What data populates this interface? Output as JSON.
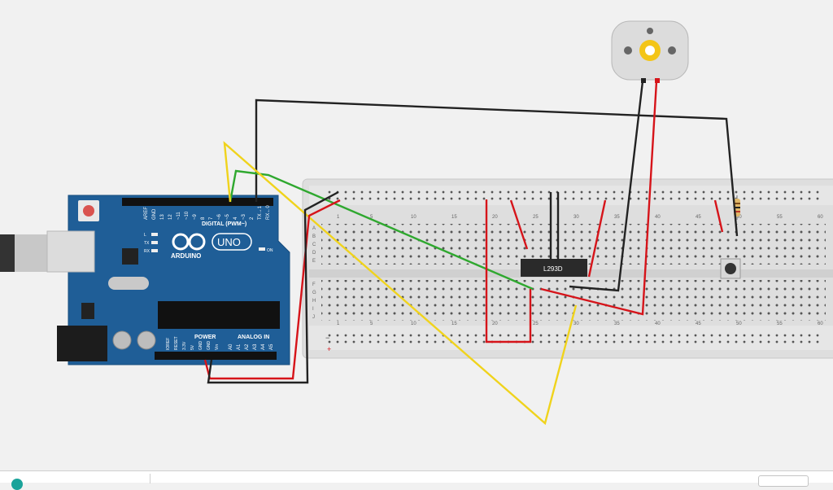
{
  "arduino": {
    "brand": "ARDUINO",
    "model": "UNO",
    "digital_header": "DIGITAL (PWM~)",
    "power_header": "POWER",
    "analog_header": "ANALOG IN",
    "digital_pins": [
      "AREF",
      "GND",
      "13",
      "12",
      "~11",
      "~10",
      "~9",
      "8",
      "7",
      "~6",
      "~5",
      "4",
      "~3",
      "2",
      "TX→1",
      "RX←0"
    ],
    "power_pins": [
      "IOREF",
      "RESET",
      "3.3V",
      "5V",
      "GND",
      "GND",
      "Vin"
    ],
    "analog_pins": [
      "A0",
      "A1",
      "A2",
      "A3",
      "A4",
      "A5"
    ],
    "leds": [
      "L",
      "TX",
      "RX"
    ],
    "on_label": "ON"
  },
  "breadboard": {
    "column_numbers": [
      "1",
      "5",
      "10",
      "15",
      "20",
      "25",
      "30",
      "35",
      "40",
      "45",
      "50",
      "55",
      "60"
    ],
    "row_letters_top": [
      "A",
      "B",
      "C",
      "D",
      "E"
    ],
    "row_letters_bottom": [
      "F",
      "G",
      "H",
      "I",
      "J"
    ],
    "rail_minus": "−",
    "rail_plus": "+"
  },
  "chip": {
    "label": "L293D"
  },
  "colors": {
    "wire_black": "#222222",
    "wire_red": "#d6141a",
    "wire_green": "#2fa82f",
    "wire_yellow": "#f0d31c",
    "board_blue": "#1f5e97"
  }
}
